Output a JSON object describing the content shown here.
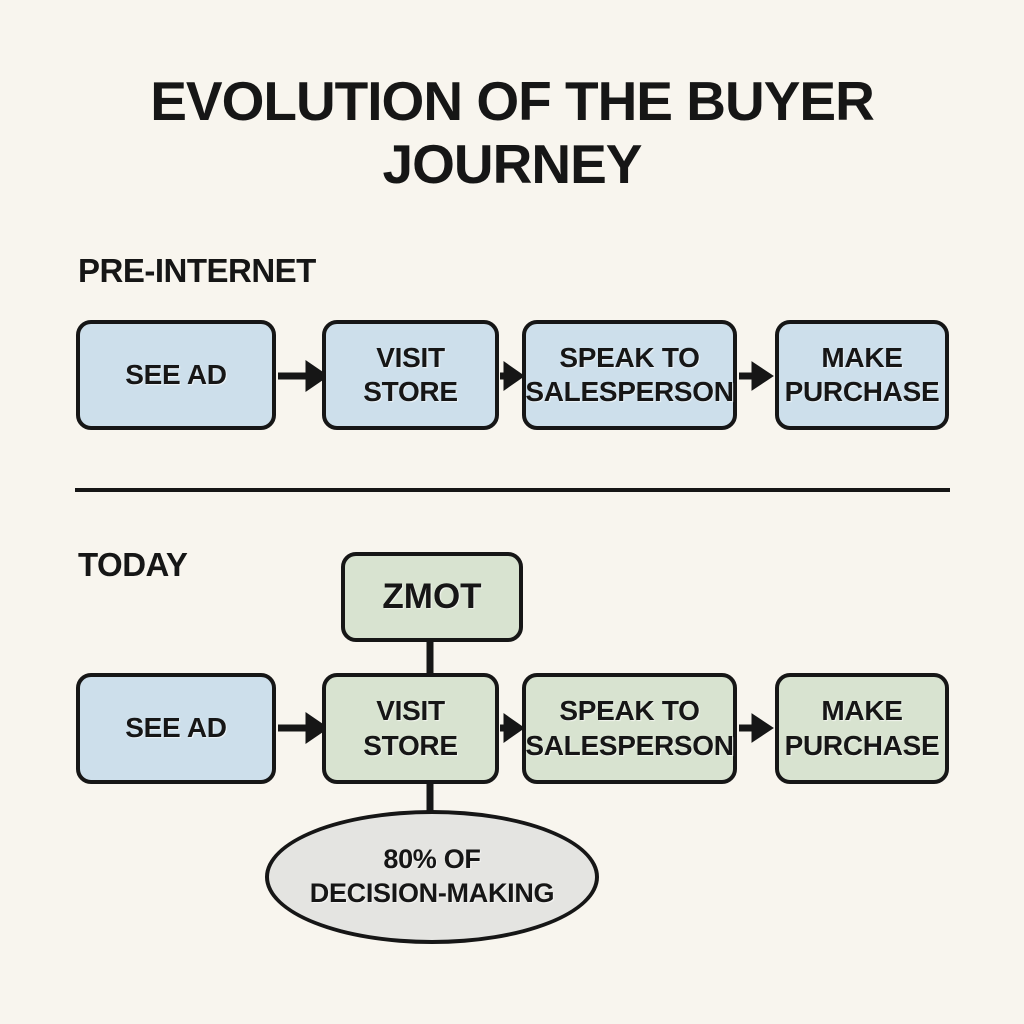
{
  "colors": {
    "background": "#f8f5ee",
    "box_blue": "#cddfeb",
    "box_green": "#d8e3d0",
    "ellipse_gray": "#e4e4e1",
    "ink": "#161616"
  },
  "title": {
    "line1": "EVOLUTION OF THE BUYER",
    "line2": "JOURNEY"
  },
  "sections": {
    "pre_internet": {
      "label": "PRE-INTERNET",
      "steps": [
        {
          "name": "see-ad",
          "color": "blue",
          "lines": [
            "SEE AD",
            ""
          ]
        },
        {
          "name": "visit-store",
          "color": "blue",
          "lines": [
            "VISIT",
            "STORE"
          ]
        },
        {
          "name": "speak-to-salesperson",
          "color": "blue",
          "lines": [
            "SPEAK TO",
            "SALESPERSON"
          ]
        },
        {
          "name": "make-purchase",
          "color": "blue",
          "lines": [
            "MAKE",
            "PURCHASE"
          ]
        }
      ]
    },
    "today": {
      "label": "TODAY",
      "zmot_label": "ZMOT",
      "steps": [
        {
          "name": "see-ad",
          "color": "blue",
          "lines": [
            "SEE AD",
            ""
          ]
        },
        {
          "name": "visit-store",
          "color": "green",
          "lines": [
            "VISIT",
            "STORE"
          ]
        },
        {
          "name": "speak-to-salesperson",
          "color": "green",
          "lines": [
            "SPEAK TO",
            "SALESPERSON"
          ]
        },
        {
          "name": "make-purchase",
          "color": "green",
          "lines": [
            "MAKE",
            "PURCHASE"
          ]
        }
      ],
      "ellipse": {
        "line1": "80% OF",
        "line2": "DECISION-MAKING"
      }
    }
  },
  "chart_data": {
    "type": "flowchart",
    "title": "EVOLUTION OF THE BUYER JOURNEY",
    "rows": [
      {
        "label": "PRE-INTERNET",
        "sequence": [
          "SEE AD",
          "VISIT STORE",
          "SPEAK TO SALESPERSON",
          "MAKE PURCHASE"
        ]
      },
      {
        "label": "TODAY",
        "sequence": [
          "SEE AD",
          "VISIT STORE",
          "SPEAK TO SALESPERSON",
          "MAKE PURCHASE"
        ],
        "attached_above_visit_store": "ZMOT",
        "attached_below_visit_store": "80% OF DECISION-MAKING"
      }
    ]
  }
}
